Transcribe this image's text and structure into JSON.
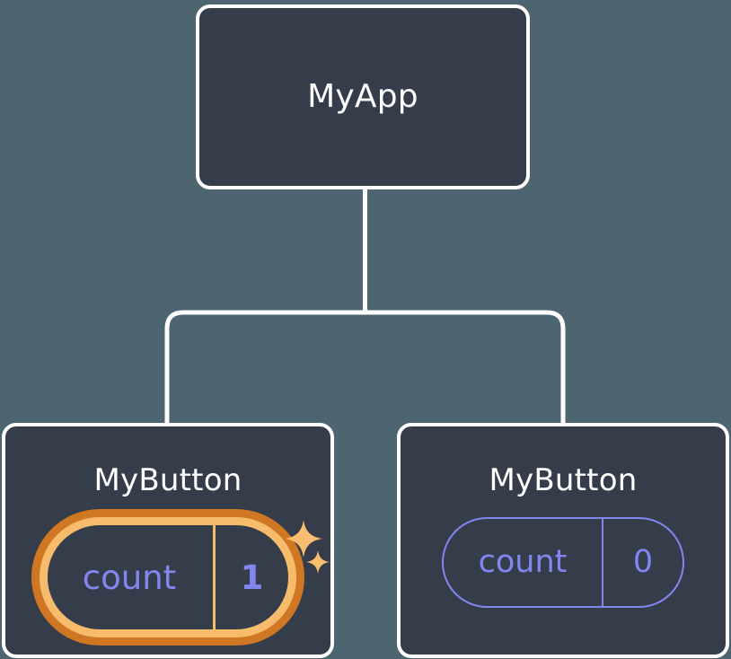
{
  "diagram": {
    "type": "component-tree",
    "background_color": "#4c6570",
    "card_color": "#353c4a",
    "card_border_color": "#ffffff",
    "connector_color": "#ffffff",
    "accent_state_color": "#8287f0",
    "highlight_inner_color": "#f6bb6b",
    "highlight_outer_color": "#cf7722"
  },
  "nodes": {
    "root": {
      "label": "MyApp"
    },
    "child_left": {
      "label": "MyButton",
      "state": {
        "key": "count",
        "value": "1",
        "highlighted": true
      },
      "sparkles": [
        {
          "name": "sparkle-large",
          "color": "#f9bd70"
        },
        {
          "name": "sparkle-small",
          "color": "#f9bd70"
        }
      ]
    },
    "child_right": {
      "label": "MyButton",
      "state": {
        "key": "count",
        "value": "0",
        "highlighted": false
      }
    }
  }
}
